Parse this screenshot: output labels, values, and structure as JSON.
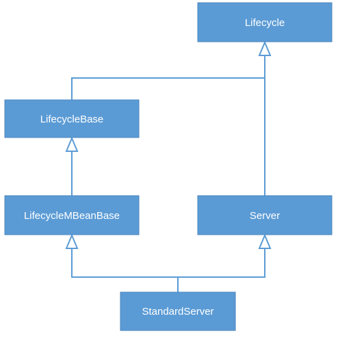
{
  "diagram": {
    "nodes": {
      "lifecycle": {
        "label": "Lifecycle"
      },
      "lifecycle_base": {
        "label": "LifecycleBase"
      },
      "lifecycle_mbean_base": {
        "label": "LifecycleMBeanBase"
      },
      "server": {
        "label": "Server"
      },
      "standard_server": {
        "label": "StandardServer"
      }
    },
    "relations": [
      {
        "from": "lifecycle_base",
        "to": "lifecycle",
        "kind": "inheritance"
      },
      {
        "from": "server",
        "to": "lifecycle",
        "kind": "inheritance"
      },
      {
        "from": "lifecycle_mbean_base",
        "to": "lifecycle_base",
        "kind": "inheritance"
      },
      {
        "from": "standard_server",
        "to": "lifecycle_mbean_base",
        "kind": "inheritance"
      },
      {
        "from": "standard_server",
        "to": "server",
        "kind": "inheritance"
      }
    ],
    "colors": {
      "box_fill": "#5b9bd5",
      "box_text": "#ffffff",
      "connector": "#5b9bd5",
      "background": "#ffffff"
    }
  }
}
